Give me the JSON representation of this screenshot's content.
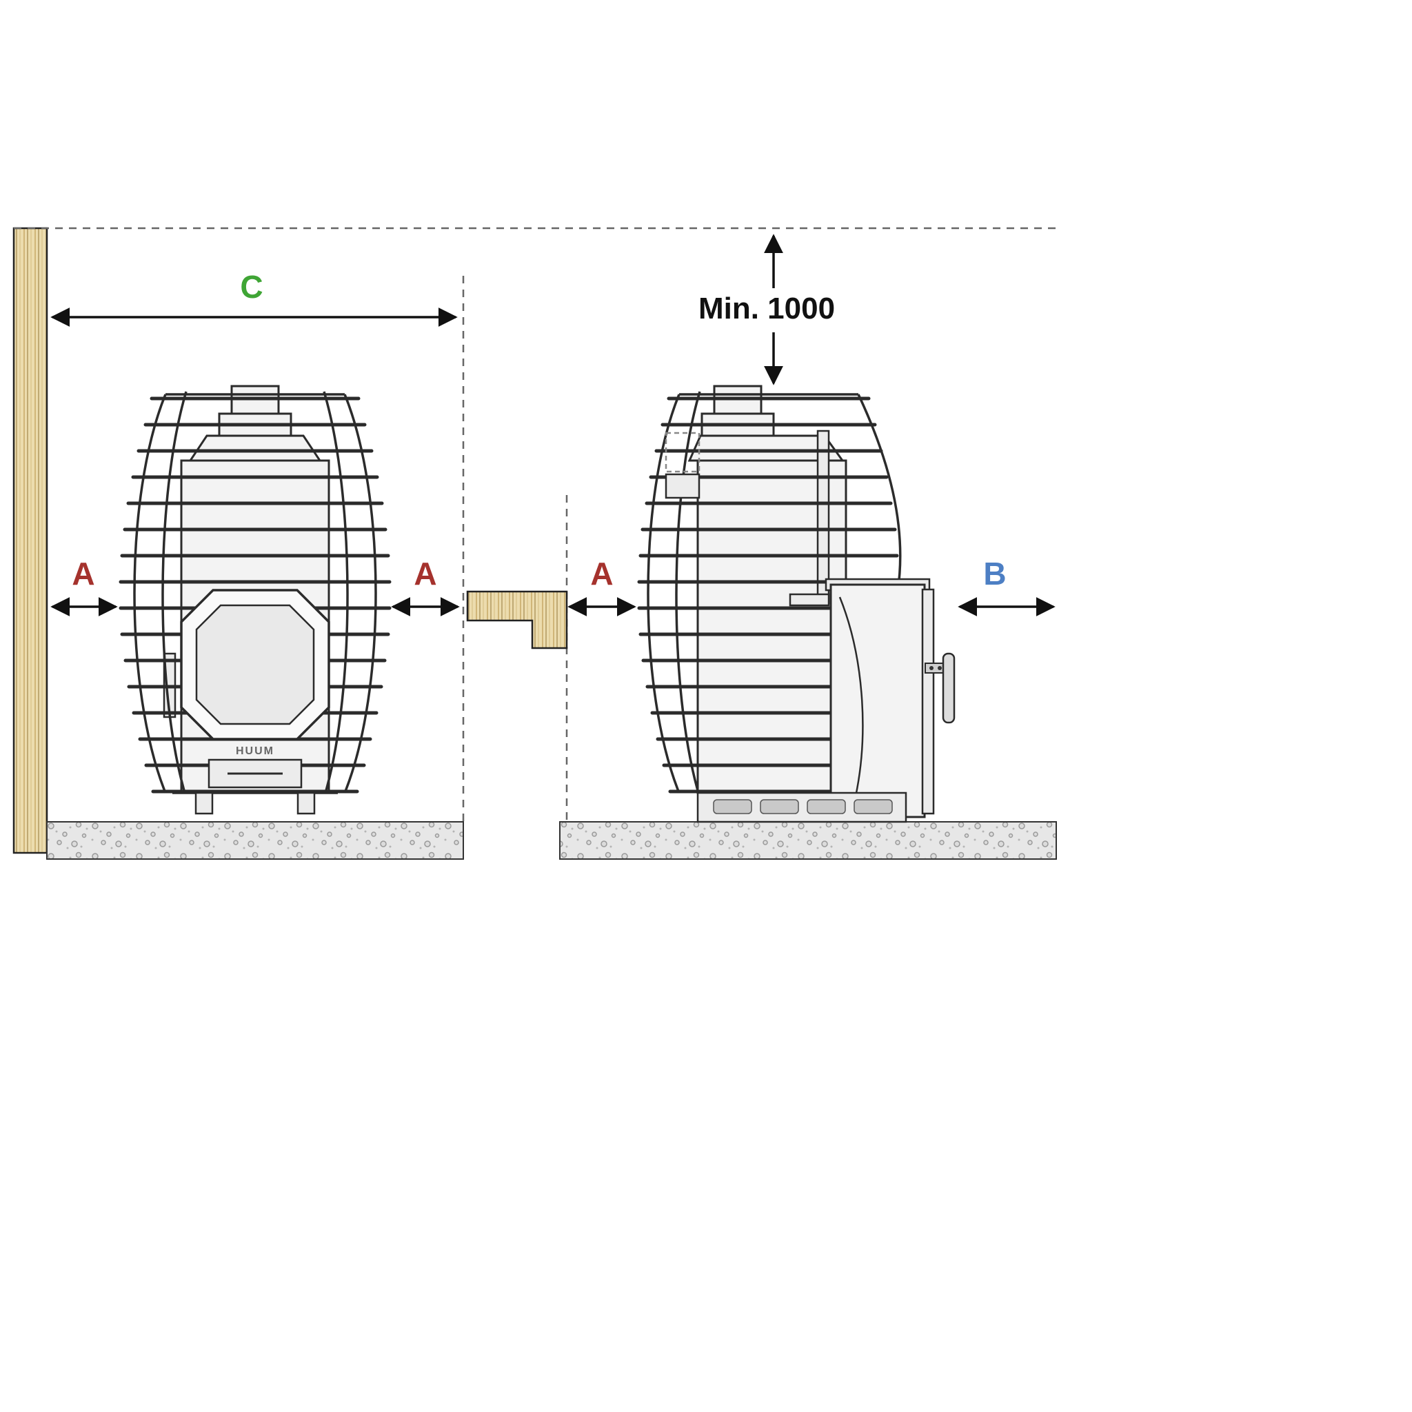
{
  "diagram": {
    "kind": "sauna-stove-installation-clearance-diagram",
    "labels": {
      "c": "C",
      "a": "A",
      "b": "B",
      "min_height": "Min. 1000",
      "logo": "HUUM"
    },
    "colors": {
      "c_label": "#3fa535",
      "a_label": "#a5322d",
      "b_label": "#4d7fc4",
      "dimension_line": "#111111",
      "outline": "#2b2b2b",
      "wood_fill": "#ecdcae",
      "concrete_fill": "#e7e7e7"
    }
  }
}
